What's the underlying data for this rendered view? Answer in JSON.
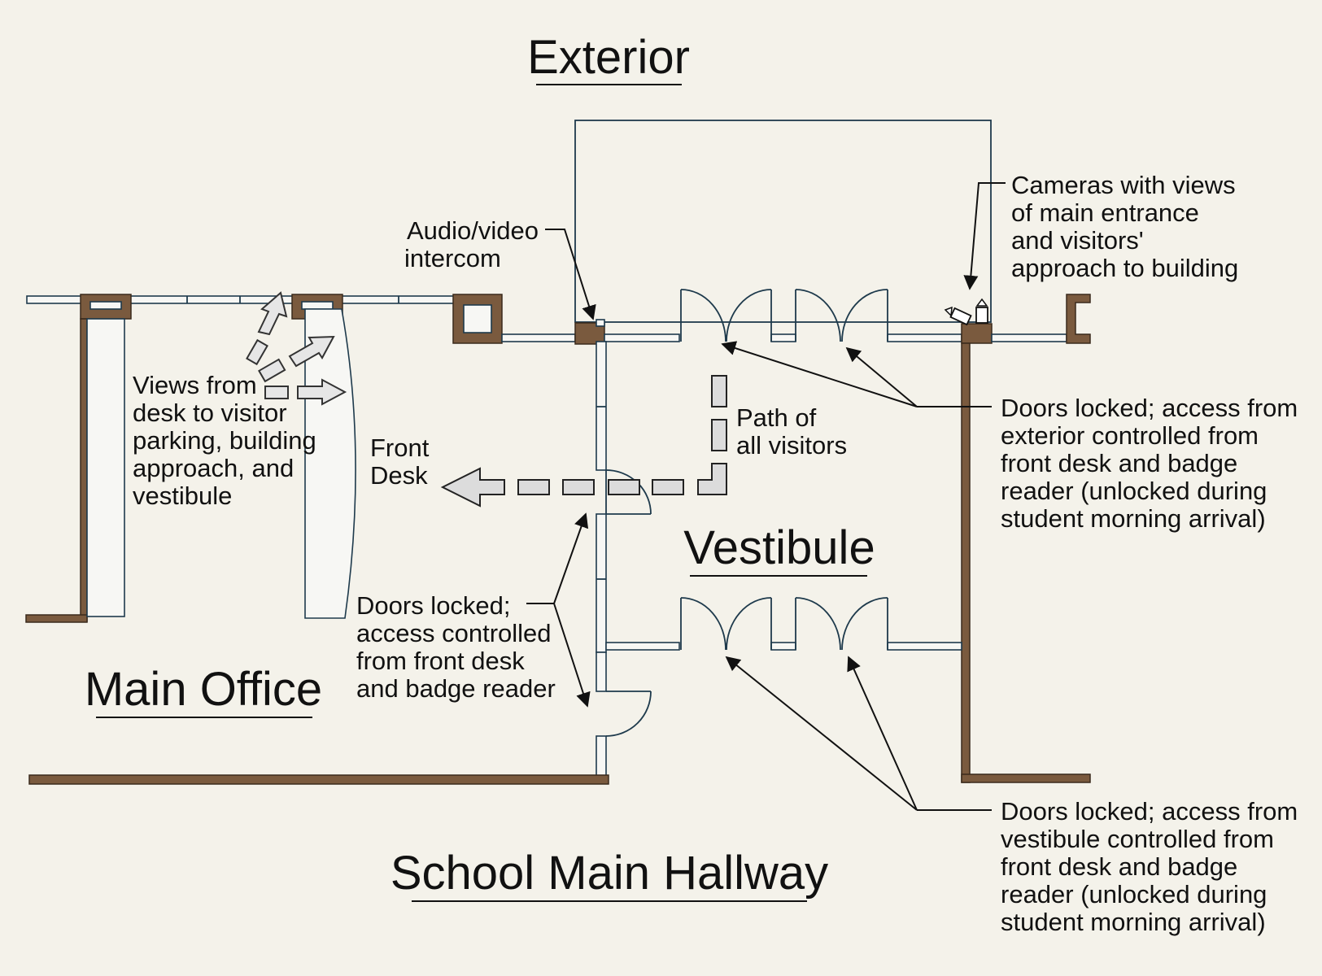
{
  "rooms": {
    "exterior": "Exterior",
    "vestibule": "Vestibule",
    "main_office": "Main Office",
    "hallway": "School Main Hallway",
    "front_desk": [
      "Front",
      "Desk"
    ]
  },
  "notes": {
    "intercom": [
      "Audio/video",
      "intercom"
    ],
    "cameras": [
      "Cameras with views",
      "of main entrance",
      "and visitors'",
      "approach to building"
    ],
    "exterior_doors": [
      "Doors locked; access from",
      "exterior controlled from",
      "front desk and badge",
      "reader (unlocked during",
      "student morning arrival)"
    ],
    "office_doors": [
      "Doors locked;",
      "access controlled",
      "from front desk",
      "and badge reader"
    ],
    "hallway_doors": [
      "Doors locked; access from",
      "vestibule controlled from",
      "front desk and badge",
      "reader (unlocked during",
      "student morning arrival)"
    ],
    "views": [
      "Views from",
      "desk to visitor",
      "parking, building",
      "approach, and",
      "vestibule"
    ],
    "path": [
      "Path of",
      "all visitors"
    ]
  },
  "colors": {
    "background": "#f4f2ea",
    "wall": "#7a5a3e",
    "glass_line": "#1e3a4c",
    "marker_fill": "#dcdcdc"
  },
  "icons": [
    "camera-icon",
    "arrow-icon"
  ]
}
